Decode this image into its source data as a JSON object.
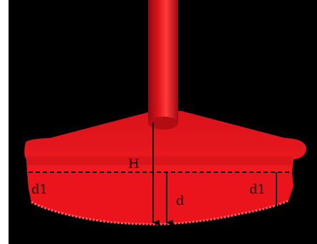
{
  "labels": {
    "H": "H",
    "d": "d",
    "d1_left": "d1",
    "d1_right": "d1"
  },
  "colors": {
    "background": "#000000",
    "object_red": "#e8101a",
    "object_shade": "#b80c12",
    "object_highlight": "#ff4a4a",
    "annotation": "#000000"
  }
}
